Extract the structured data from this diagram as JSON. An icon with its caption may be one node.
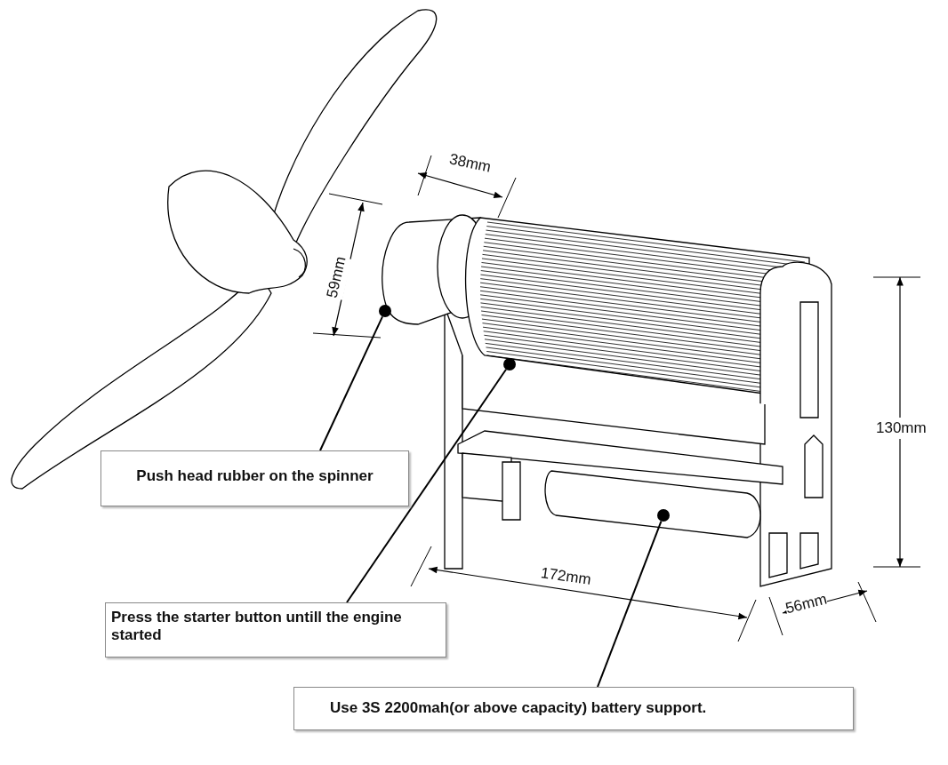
{
  "diagram": {
    "nodes": [
      {
        "text": [
          "Push head rubber on the spinner"
        ]
      },
      {
        "text": [
          "Press the starter button untill the engine started"
        ]
      },
      {
        "text": [
          "Use 3S 2200mah(or above capacity) battery support."
        ]
      },
      {
        "text": [],
        "shape": "circle"
      },
      {
        "text": [],
        "shape": "circle"
      },
      {
        "text": [],
        "shape": "circle"
      }
    ],
    "edges": [
      {
        "from": 0,
        "to": 3,
        "arrow": "none"
      },
      {
        "from": 1,
        "to": 4,
        "arrow": "none"
      },
      {
        "from": 2,
        "to": 5,
        "arrow": "none"
      }
    ],
    "labels": [
      "38mm",
      "59mm",
      "130mm",
      "172mm",
      "56mm"
    ]
  }
}
